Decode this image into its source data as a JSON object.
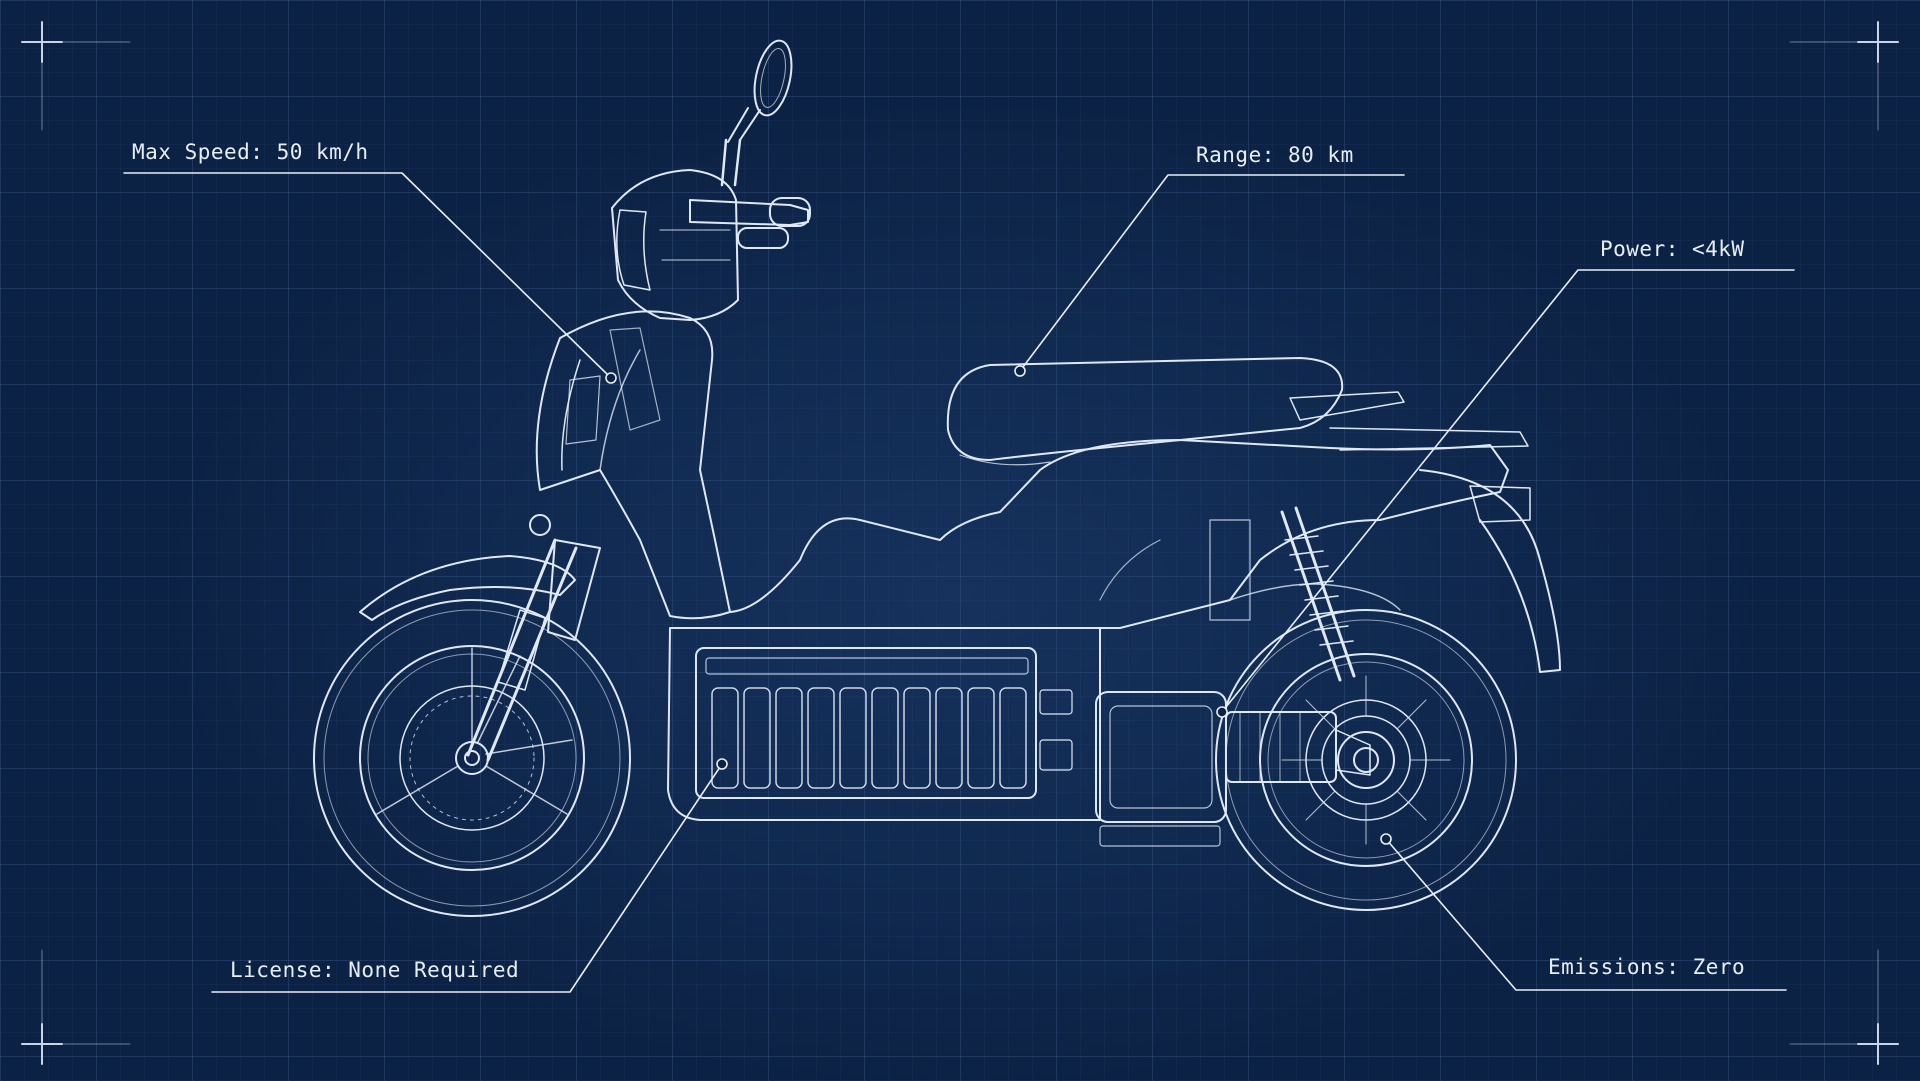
{
  "specs": {
    "max_speed": "Max Speed: 50 km/h",
    "range": "Range: 80 km",
    "power": "Power: <4kW",
    "license": "License: None Required",
    "emissions": "Emissions: Zero"
  },
  "colors": {
    "background": "#0c2244",
    "line": "#dfe8f5",
    "grid": "#2b4a78"
  }
}
